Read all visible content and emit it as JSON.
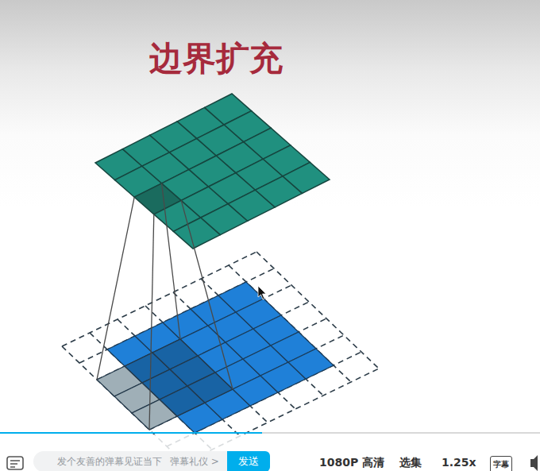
{
  "diagram": {
    "title": "边界扩充",
    "nodes": [
      {
        "text": [
          "发个友善的弹幕见证当下",
          "弹幕礼仪 >"
        ]
      },
      {
        "text": [
          "发送"
        ]
      }
    ],
    "labels": [
      "1080P 高清",
      "选集",
      "1.25x",
      "字幕"
    ]
  }
}
